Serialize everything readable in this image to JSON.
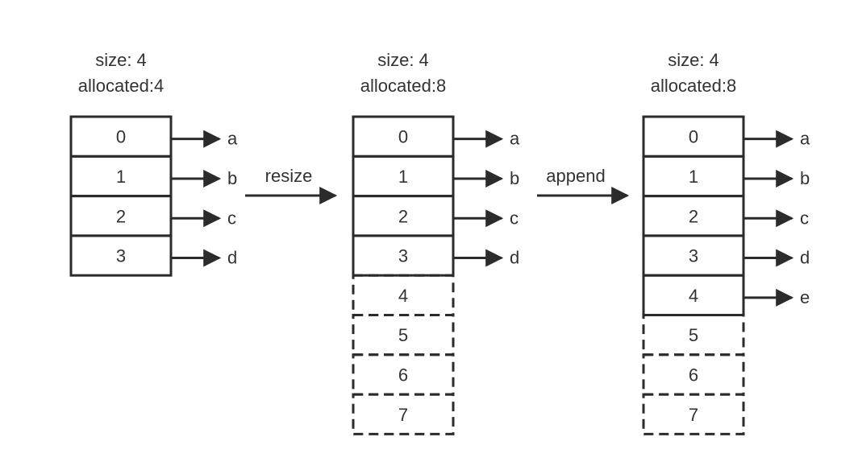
{
  "colors": {
    "stroke": "#2b2b2b",
    "text": "#333333",
    "background": "#ffffff"
  },
  "states": [
    {
      "size_label": "size: 4",
      "allocated_label": "allocated:4",
      "slots": [
        {
          "index": "0",
          "used": true,
          "value": "a"
        },
        {
          "index": "1",
          "used": true,
          "value": "b"
        },
        {
          "index": "2",
          "used": true,
          "value": "c"
        },
        {
          "index": "3",
          "used": true,
          "value": "d"
        }
      ]
    },
    {
      "size_label": "size: 4",
      "allocated_label": "allocated:8",
      "slots": [
        {
          "index": "0",
          "used": true,
          "value": "a"
        },
        {
          "index": "1",
          "used": true,
          "value": "b"
        },
        {
          "index": "2",
          "used": true,
          "value": "c"
        },
        {
          "index": "3",
          "used": true,
          "value": "d"
        },
        {
          "index": "4",
          "used": false,
          "value": ""
        },
        {
          "index": "5",
          "used": false,
          "value": ""
        },
        {
          "index": "6",
          "used": false,
          "value": ""
        },
        {
          "index": "7",
          "used": false,
          "value": ""
        }
      ]
    },
    {
      "size_label": "size: 4",
      "allocated_label": "allocated:8",
      "slots": [
        {
          "index": "0",
          "used": true,
          "value": "a"
        },
        {
          "index": "1",
          "used": true,
          "value": "b"
        },
        {
          "index": "2",
          "used": true,
          "value": "c"
        },
        {
          "index": "3",
          "used": true,
          "value": "d"
        },
        {
          "index": "4",
          "used": true,
          "value": "e"
        },
        {
          "index": "5",
          "used": false,
          "value": ""
        },
        {
          "index": "6",
          "used": false,
          "value": ""
        },
        {
          "index": "7",
          "used": false,
          "value": ""
        }
      ]
    }
  ],
  "transitions": [
    {
      "label": "resize"
    },
    {
      "label": "append"
    }
  ]
}
